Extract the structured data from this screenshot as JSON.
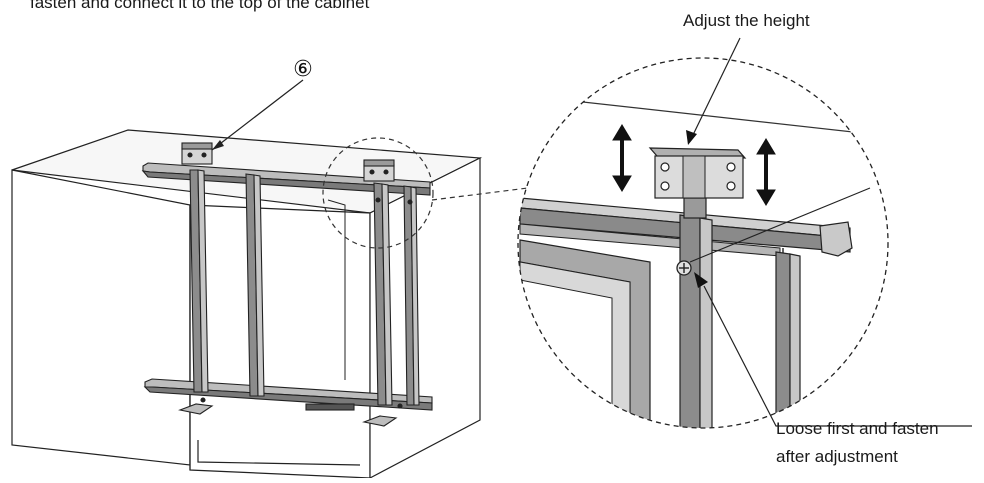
{
  "diagram": {
    "instruction_text": "fasten and connect it to the top of the cabinet",
    "callout_part_number": "⑥",
    "detail_labels": {
      "adjust_height": "Adjust the height",
      "loose_line1": "Loose first and fasten",
      "loose_line2": "after adjustment"
    },
    "icons": [
      "up-down-arrow-icon",
      "screw-icon",
      "pointer-arrow-icon"
    ]
  }
}
